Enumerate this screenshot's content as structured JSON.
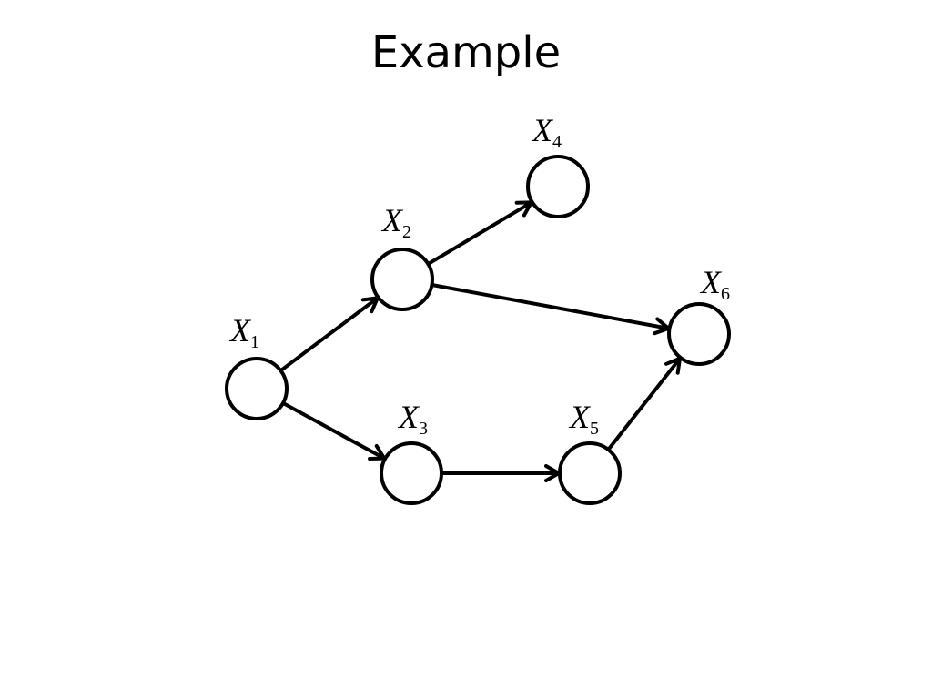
{
  "slide": {
    "title": "Example"
  },
  "graph": {
    "nodes": [
      {
        "id": "X1",
        "letter": "X",
        "subscript": "1"
      },
      {
        "id": "X2",
        "letter": "X",
        "subscript": "2"
      },
      {
        "id": "X3",
        "letter": "X",
        "subscript": "3"
      },
      {
        "id": "X4",
        "letter": "X",
        "subscript": "4"
      },
      {
        "id": "X5",
        "letter": "X",
        "subscript": "5"
      },
      {
        "id": "X6",
        "letter": "X",
        "subscript": "6"
      }
    ],
    "edges": [
      {
        "from": "X1",
        "to": "X2"
      },
      {
        "from": "X1",
        "to": "X3"
      },
      {
        "from": "X2",
        "to": "X4"
      },
      {
        "from": "X2",
        "to": "X6"
      },
      {
        "from": "X3",
        "to": "X5"
      },
      {
        "from": "X5",
        "to": "X6"
      }
    ]
  }
}
